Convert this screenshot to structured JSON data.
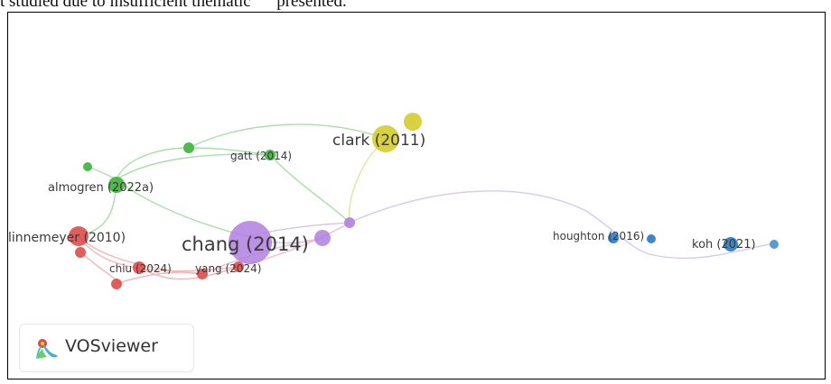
{
  "caption": {
    "text": "t studied due to insufficient thematic      presented."
  },
  "network": {
    "nodes": [
      {
        "label": "chang (2014)",
        "color": "#b07fe0"
      },
      {
        "label": "clark (2011)",
        "color": "#d4cc2c"
      },
      {
        "label": "gatt (2014)",
        "color": "#4fb84f"
      },
      {
        "label": "almogren (2022a)",
        "color": "#4fb84f"
      },
      {
        "label": "linnemeyer (2010)",
        "color": "#df4b4b"
      },
      {
        "label": "chiu (2024)",
        "color": "#df4b4b"
      },
      {
        "label": "yang (2024)",
        "color": "#df4b4b"
      },
      {
        "label": "houghton (2016)",
        "color": "#3f86c9"
      },
      {
        "label": "koh (2021)",
        "color": "#3f86c9"
      }
    ],
    "cluster_colors": {
      "purple": "#b07fe0",
      "yellow": "#d4cc2c",
      "green": "#4fb84f",
      "red": "#df4b4b",
      "blue": "#3f86c9"
    }
  },
  "logo": {
    "text": "VOSviewer",
    "icon": "vosviewer-logo-icon"
  }
}
